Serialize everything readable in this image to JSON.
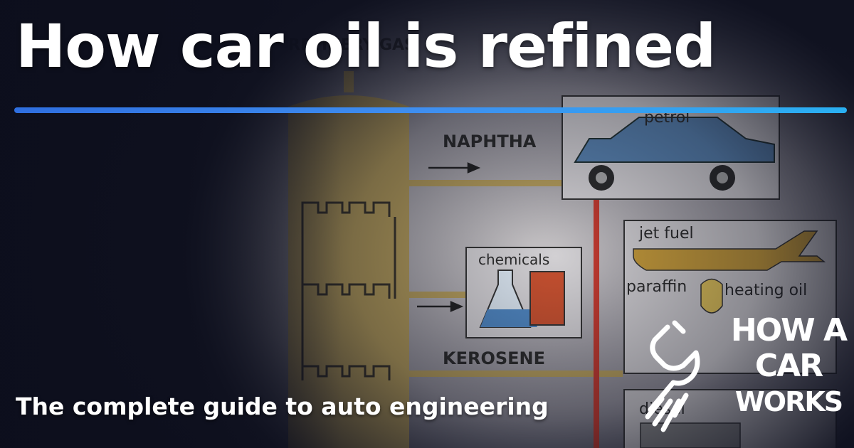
{
  "page": {
    "headline": "How car oil is refined",
    "tagline": "The complete guide to auto engineering"
  },
  "diagram": {
    "tower_label": "REFINERY GAS",
    "fractions": [
      {
        "name": "naphtha",
        "label": "NAPHTHA"
      },
      {
        "name": "kerosene",
        "label": "KEROSENE"
      }
    ],
    "products": [
      {
        "name": "petrol",
        "label": "petrol",
        "icon": "car-icon"
      },
      {
        "name": "jet-fuel",
        "label": "jet fuel",
        "icon": "airplane-icon"
      },
      {
        "name": "chemicals",
        "label": "chemicals",
        "icon": "flask-icon"
      },
      {
        "name": "paraffin",
        "label": "paraffin",
        "icon": "lamp-icon"
      },
      {
        "name": "heating-oil",
        "label": "heating oil"
      },
      {
        "name": "diesel",
        "label": "diesel",
        "icon": "truck-icon"
      }
    ]
  },
  "logo": {
    "line1": "HOW A",
    "line2": "CAR",
    "line3": "WORKS",
    "icon": "wrench-icon"
  },
  "colors": {
    "accent_start": "#2f6fe0",
    "accent_end": "#2ab0f2",
    "text": "#ffffff",
    "background": "#1a1d2b"
  }
}
